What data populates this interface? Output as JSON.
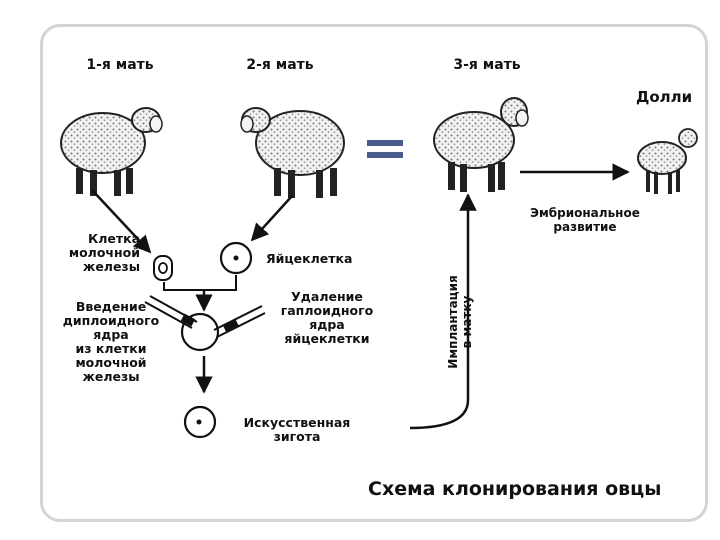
{
  "labels": {
    "mother1": "1-я мать",
    "mother2": "2-я мать",
    "mother3": "3-я мать",
    "dolly": "Долли",
    "mammary_cell": "Клетка\nмолочной\nжелезы",
    "egg_cell": "Яйцеклетка",
    "introduction": "Введение\nдиплоидного\nядра\nиз клетки\nмолочной\nжелезы",
    "removal": "Удаление\nгаплоидного\nядра\nяйцеклетки",
    "zygote": "Искусственная\nзигота",
    "implantation": "Имплантация\nв матку",
    "development": "Эмбриональное\nразвитие",
    "caption": "Схема клонирования овцы"
  },
  "colors": {
    "line": "#111111",
    "frame": "#d4d4d4",
    "wool": "#e8e8e8",
    "equals": "#4a5a8a"
  }
}
